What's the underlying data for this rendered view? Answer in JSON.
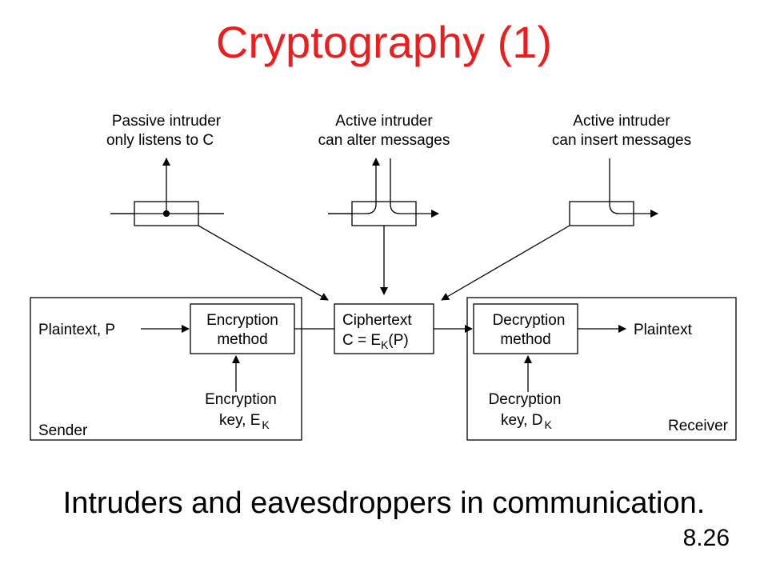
{
  "title": "Cryptography (1)",
  "caption": "Intruders and eavesdroppers in communication.",
  "slide_number": "8.26",
  "diagram": {
    "passive_intruder": {
      "line1": "Passive intruder",
      "line2": "only listens to C"
    },
    "active_alter": {
      "line1": "Active intruder",
      "line2": "can alter messages"
    },
    "active_insert": {
      "line1": "Active intruder",
      "line2": "can insert messages"
    },
    "sender": {
      "label": "Sender",
      "plaintext": "Plaintext, P",
      "method_line1": "Encryption",
      "method_line2": "method",
      "key_line1": "Encryption",
      "key_line2": "key, E",
      "key_sub": "K"
    },
    "ciphertext": {
      "line1": "Ciphertext",
      "line2_prefix": "C = E",
      "line2_sub": "K",
      "line2_suffix": "(P)"
    },
    "receiver": {
      "label": "Receiver",
      "method_line1": "Decryption",
      "method_line2": "method",
      "key_line1": "Decryption",
      "key_line2": "key, D",
      "key_sub": "K",
      "plaintext": "Plaintext"
    }
  }
}
